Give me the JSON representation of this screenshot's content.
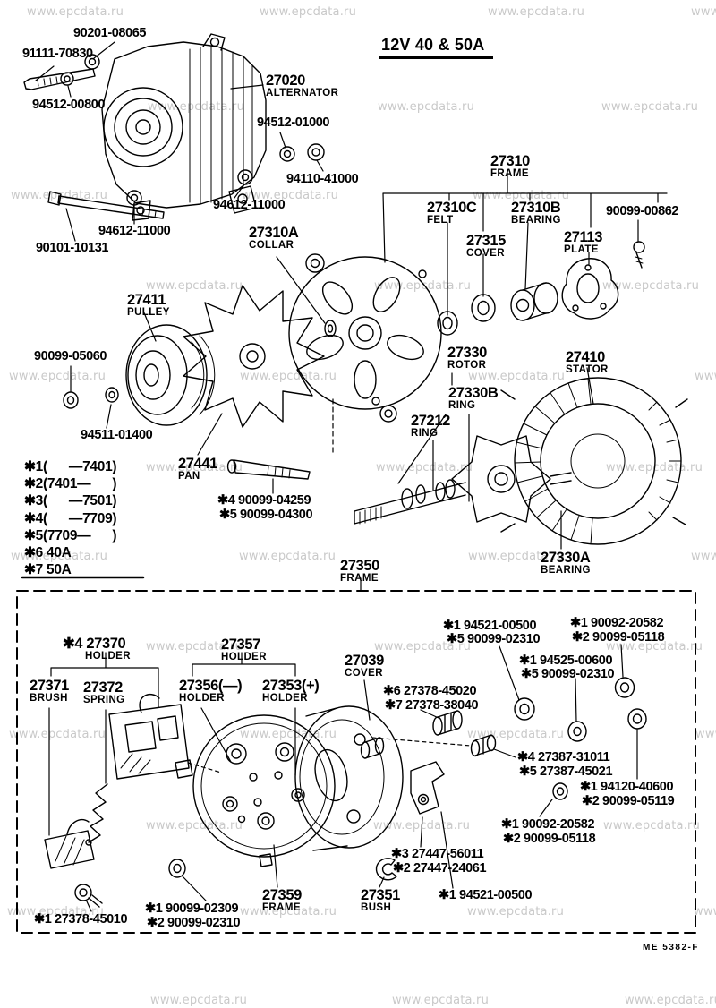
{
  "watermark": "www.epcdata.ru",
  "header": {
    "title": "12V 40 & 50A"
  },
  "footer": {
    "doc_code": "ME 5382-F"
  },
  "colors": {
    "line": "#000000",
    "watermark": "#c9c9c9",
    "background": "#ffffff"
  },
  "notes": [
    "✱1(      —7401)",
    "✱2(7401—      )",
    "✱3(      —7501)",
    "✱4(      —7709)",
    "✱5(7709—      )",
    "✱6 40A",
    "✱7 50A"
  ],
  "labels": [
    {
      "num": "90201-08065"
    },
    {
      "num": "91111-70830"
    },
    {
      "num": "94512-00800"
    },
    {
      "num": "27020",
      "name": "ALTERNATOR"
    },
    {
      "num": "94512-01000"
    },
    {
      "num": "94110-41000"
    },
    {
      "num": "94612-11000"
    },
    {
      "num": "94612-11000"
    },
    {
      "num": "90101-10131"
    },
    {
      "num": "27310",
      "name": "FRAME"
    },
    {
      "num": "27310C",
      "name": "FELT"
    },
    {
      "num": "27310B",
      "name": "BEARING"
    },
    {
      "num": "90099-00862"
    },
    {
      "num": "27315",
      "name": "COVER"
    },
    {
      "num": "27113",
      "name": "PLATE"
    },
    {
      "num": "27310A",
      "name": "COLLAR"
    },
    {
      "num": "27411",
      "name": "PULLEY"
    },
    {
      "num": "90099-05060"
    },
    {
      "num": "94511-01400"
    },
    {
      "num": "27330",
      "name": "ROTOR"
    },
    {
      "num": "27330B",
      "name": "RING"
    },
    {
      "num": "27212",
      "name": "RING"
    },
    {
      "num": "27410",
      "name": "STATOR"
    },
    {
      "num": "27441",
      "name": "PAN"
    },
    {
      "num": "✱4 90099-04259"
    },
    {
      "num": "✱5 90099-04300"
    },
    {
      "num": "27330A",
      "name": "BEARING"
    },
    {
      "num": "27350",
      "name": "FRAME"
    },
    {
      "num": "✱4 27370",
      "name": "HOLDER"
    },
    {
      "num": "27357",
      "name": "HOLDER"
    },
    {
      "num": "27371",
      "name": "BRUSH"
    },
    {
      "num": "27372",
      "name": "SPRING"
    },
    {
      "num": "27356(—)",
      "name": "HOLDER"
    },
    {
      "num": "27353(+)",
      "name": "HOLDER"
    },
    {
      "num": "27039",
      "name": "COVER"
    },
    {
      "num": "✱1 94521-00500"
    },
    {
      "num": "✱5 90099-02310"
    },
    {
      "num": "✱1 90092-20582"
    },
    {
      "num": "✱2 90099-05118"
    },
    {
      "num": "✱1 94525-00600"
    },
    {
      "num": "✱5 90099-02310"
    },
    {
      "num": "✱6 27378-45020"
    },
    {
      "num": "✱7 27378-38040"
    },
    {
      "num": "✱4 27387-31011"
    },
    {
      "num": "✱5 27387-45021"
    },
    {
      "num": "✱1 94120-40600"
    },
    {
      "num": "✱2 90099-05119"
    },
    {
      "num": "✱1 90092-20582"
    },
    {
      "num": "✱2 90099-05118"
    },
    {
      "num": "✱3 27447-56011"
    },
    {
      "num": "✱2 27447-24061"
    },
    {
      "num": "27359",
      "name": "FRAME"
    },
    {
      "num": "27351",
      "name": "BUSH"
    },
    {
      "num": "✱1 94521-00500"
    },
    {
      "num": "✱1 90099-02309"
    },
    {
      "num": "✱2 90099-02310"
    },
    {
      "num": "✱1 27378-45010"
    }
  ]
}
